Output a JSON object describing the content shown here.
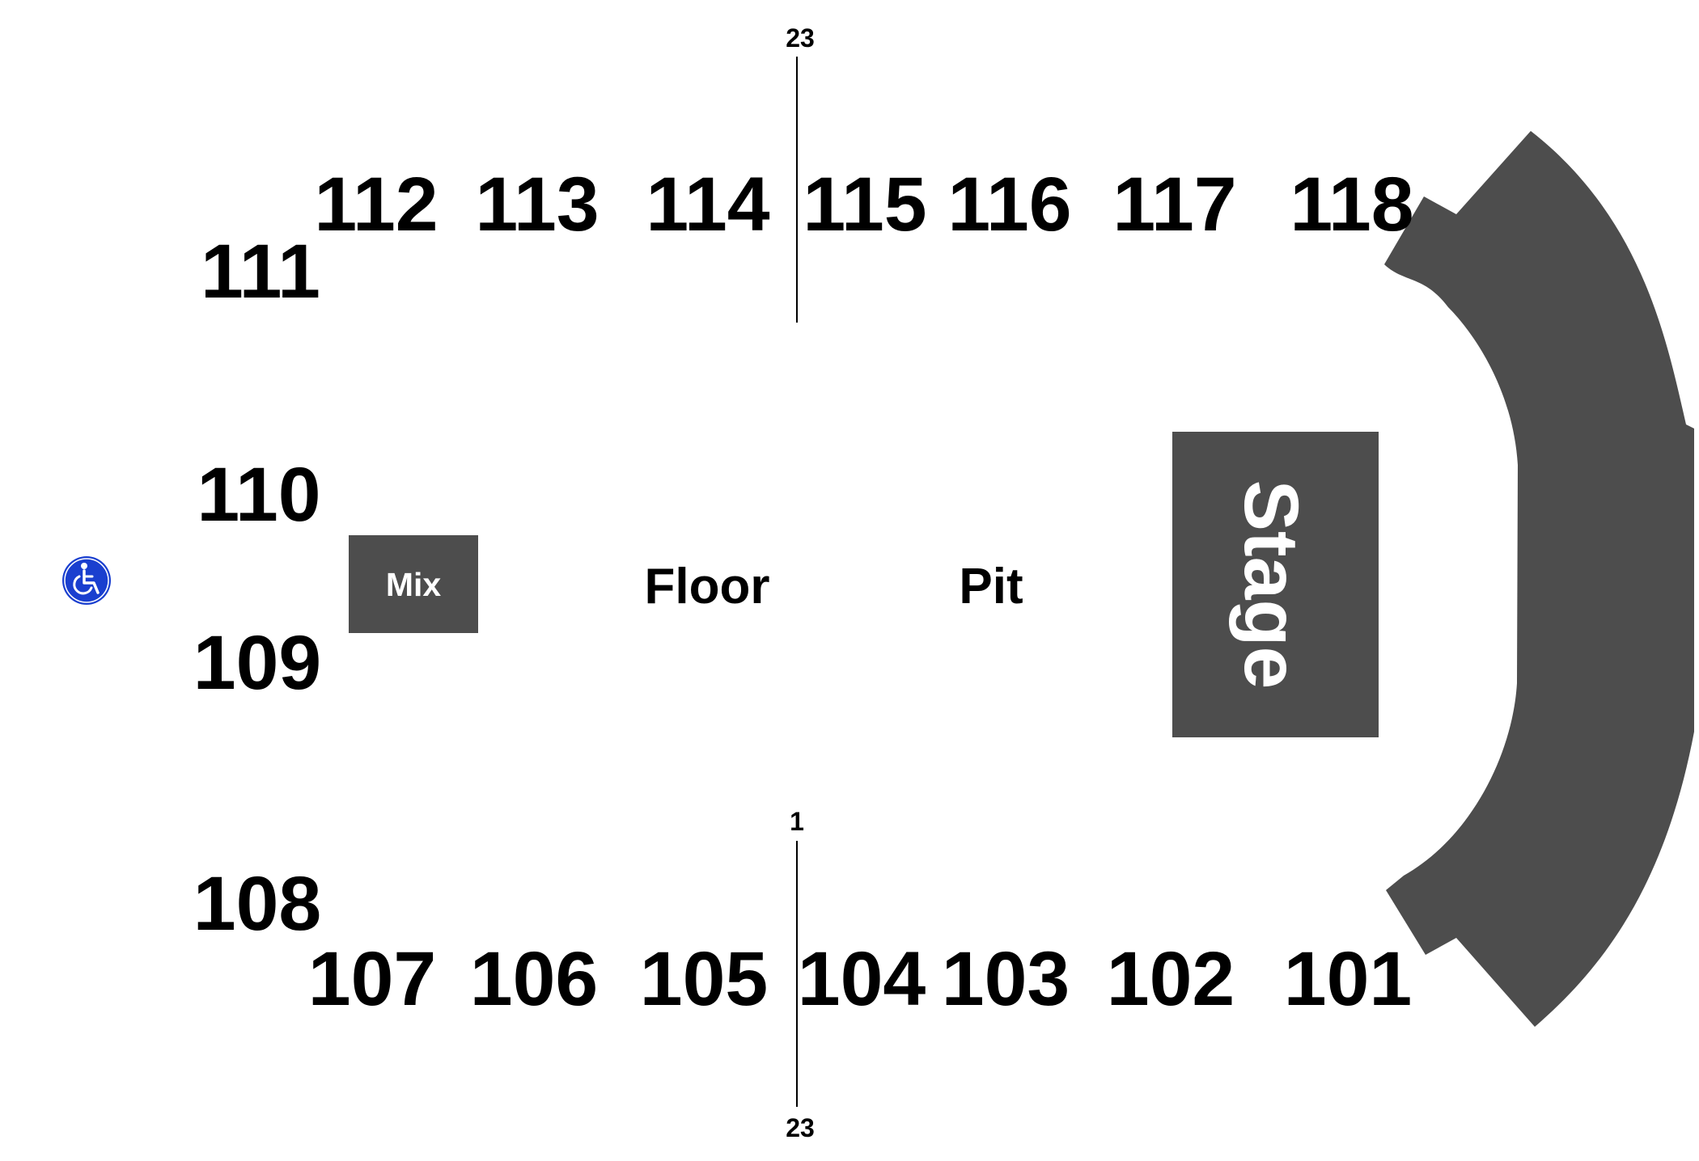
{
  "venue_map": {
    "sections_upper": [
      "112",
      "113",
      "114",
      "115",
      "116",
      "117",
      "118"
    ],
    "sections_lower": [
      "107",
      "106",
      "105",
      "104",
      "103",
      "102",
      "101"
    ],
    "sections_left": [
      "111",
      "110",
      "109",
      "108"
    ],
    "floor_label": "Floor",
    "pit_label": "Pit",
    "mix_label": "Mix",
    "stage_label": "Stage",
    "row_markers": {
      "top_upper": "23",
      "top_lower": "1",
      "bottom": "23"
    },
    "accessibility_icon": "wheelchair-icon",
    "colors": {
      "structure": "#4d4d4d",
      "accessibility": "#1a3fcf",
      "text": "#000000",
      "inverse_text": "#ffffff"
    }
  }
}
